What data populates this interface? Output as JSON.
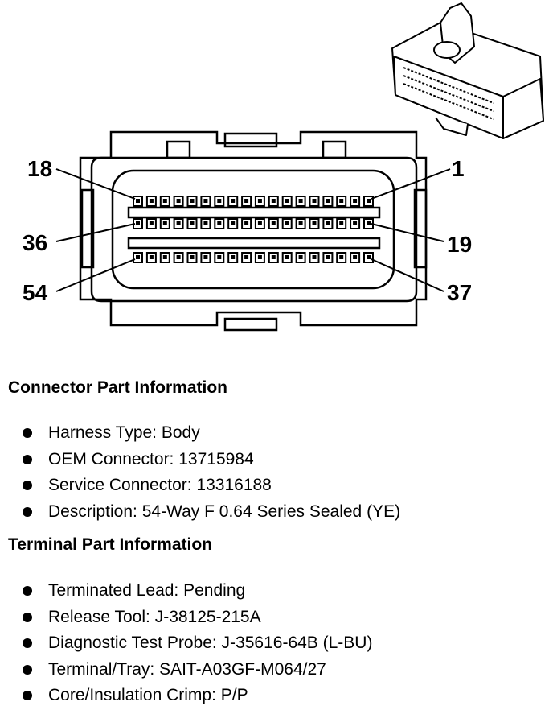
{
  "diagram": {
    "pin_labels": {
      "top_left": "18",
      "top_right": "1",
      "mid_left": "36",
      "mid_right": "19",
      "bottom_left": "54",
      "bottom_right": "37"
    },
    "pins_per_row": 18
  },
  "connector_info": {
    "title": "Connector Part Information",
    "items": [
      "Harness Type: Body",
      "OEM Connector: 13715984",
      "Service Connector: 13316188",
      "Description: 54-Way F 0.64 Series Sealed (YE)"
    ]
  },
  "terminal_info": {
    "title": "Terminal Part Information",
    "items": [
      "Terminated Lead: Pending",
      "Release Tool: J-38125-215A",
      "Diagnostic Test Probe: J-35616-64B (L-BU)",
      "Terminal/Tray: SAIT-A03GF-M064/27",
      "Core/Insulation Crimp: P/P"
    ]
  }
}
